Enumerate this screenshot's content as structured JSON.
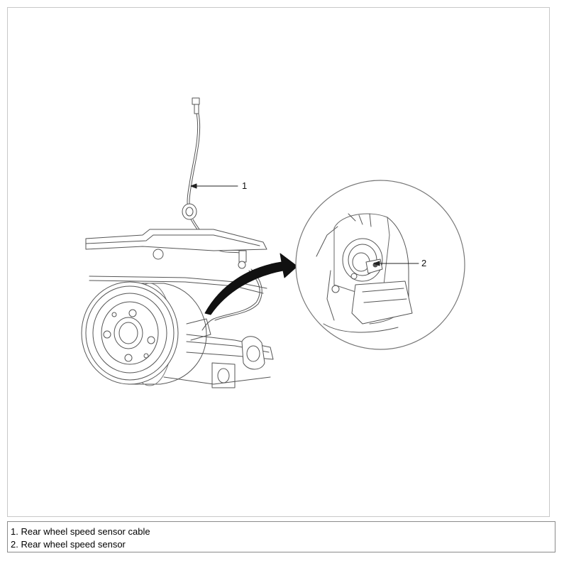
{
  "callouts": {
    "c1": "1",
    "c2": "2"
  },
  "legend": [
    {
      "text": "1. Rear wheel speed sensor cable"
    },
    {
      "text": "2. Rear wheel speed sensor"
    }
  ]
}
